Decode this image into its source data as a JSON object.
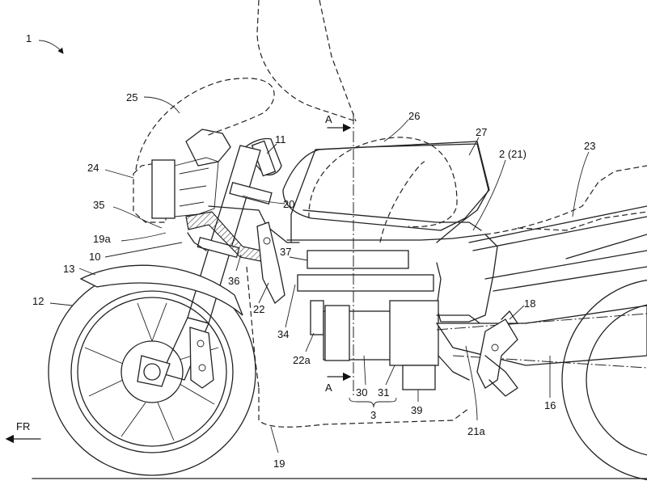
{
  "figure": {
    "refs": {
      "r1": "1",
      "r25": "25",
      "r26": "26",
      "r27": "27",
      "r2": "2 (21)",
      "r23": "23",
      "r24": "24",
      "r11": "11",
      "r20": "20",
      "r35": "35",
      "r19a": "19a",
      "r10": "10",
      "r13": "13",
      "r36": "36",
      "r37": "37",
      "r22": "22",
      "r12": "12",
      "r34": "34",
      "r18": "18",
      "r22a": "22a",
      "r16": "16",
      "r30": "30",
      "r31": "31",
      "r39": "39",
      "r21a": "21a",
      "r3": "3",
      "r19": "19",
      "secA_top": "A",
      "secA_bot": "A",
      "fr": "FR"
    }
  }
}
